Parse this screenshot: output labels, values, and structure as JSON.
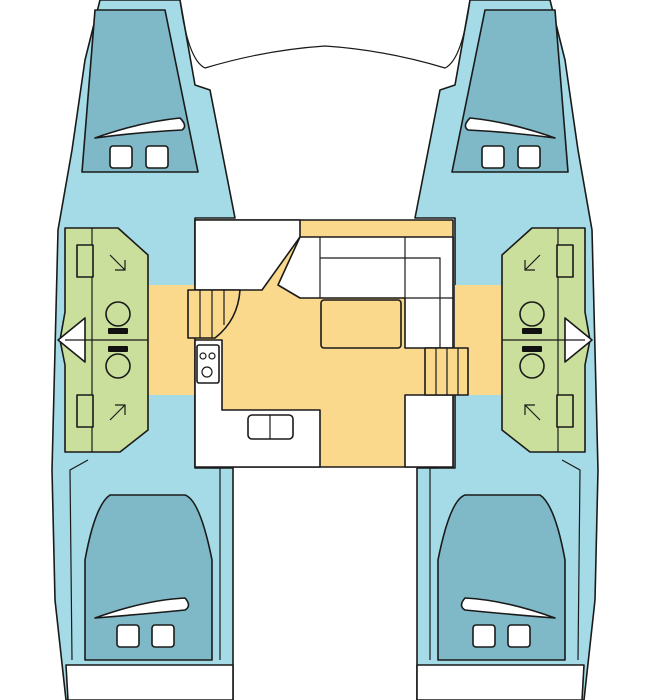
{
  "diagram": {
    "type": "catamaran-deck-layout",
    "colors": {
      "outline": "#1a1a1a",
      "hull": "#a5dbe6",
      "berth": "#7fb8c6",
      "head": "#c9df9b",
      "saloon": "#fbd98c",
      "white": "#ffffff",
      "fixture": "#111111"
    },
    "zones": [
      {
        "id": "cabin-fwd-port",
        "kind": "berth"
      },
      {
        "id": "cabin-fwd-starboard",
        "kind": "berth"
      },
      {
        "id": "cabin-aft-port",
        "kind": "berth"
      },
      {
        "id": "cabin-aft-starboard",
        "kind": "berth"
      },
      {
        "id": "head-port",
        "kind": "head"
      },
      {
        "id": "head-starboard",
        "kind": "head"
      },
      {
        "id": "saloon",
        "kind": "saloon"
      },
      {
        "id": "galley",
        "kind": "galley"
      },
      {
        "id": "chart-table",
        "kind": "furniture"
      }
    ],
    "icons": [
      "pillow-icon",
      "hatch-icon",
      "toilet-icon",
      "shower-icon",
      "stove-icon",
      "sink-icon",
      "stairs-icon"
    ]
  }
}
